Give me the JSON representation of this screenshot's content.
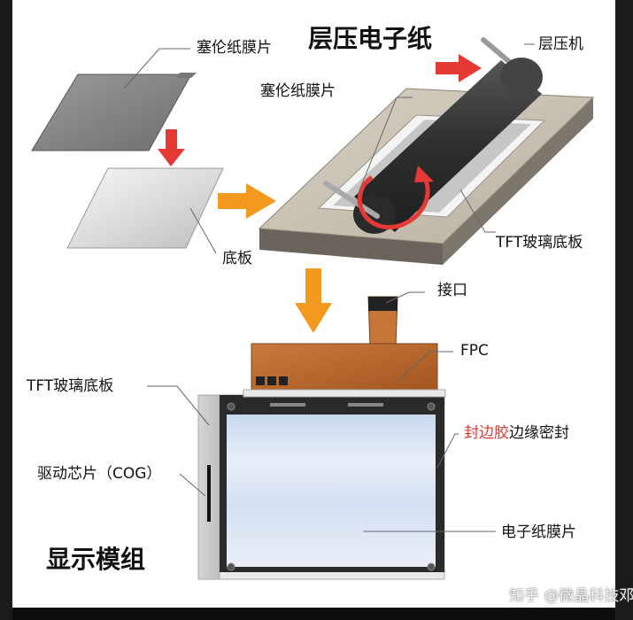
{
  "diagram": {
    "top_title": "层压电子纸",
    "bottom_title": "显示模组",
    "labels": {
      "sealant_film_top": "塞伦纸膜片",
      "laminator": "层压机",
      "sealant_film_mid": "塞伦纸膜片",
      "substrate": "底板",
      "tft_glass_top": "TFT玻璃底板",
      "connector": "接口",
      "fpc": "FPC",
      "tft_glass_left": "TFT玻璃底板",
      "edge_seal_highlight": "封边胶",
      "edge_seal_rest": "边缘密封",
      "driver_chip": "驱动芯片（COG）",
      "epaper_film": "电子纸膜片"
    }
  },
  "watermark": "知乎 @微晶科技邓",
  "colors": {
    "arrow_red": "#e53935",
    "arrow_orange": "#f39a1e",
    "fpc_brown": "#b9652e",
    "base_plate": "#c8c0b0",
    "roller": "#3a3a3a"
  }
}
